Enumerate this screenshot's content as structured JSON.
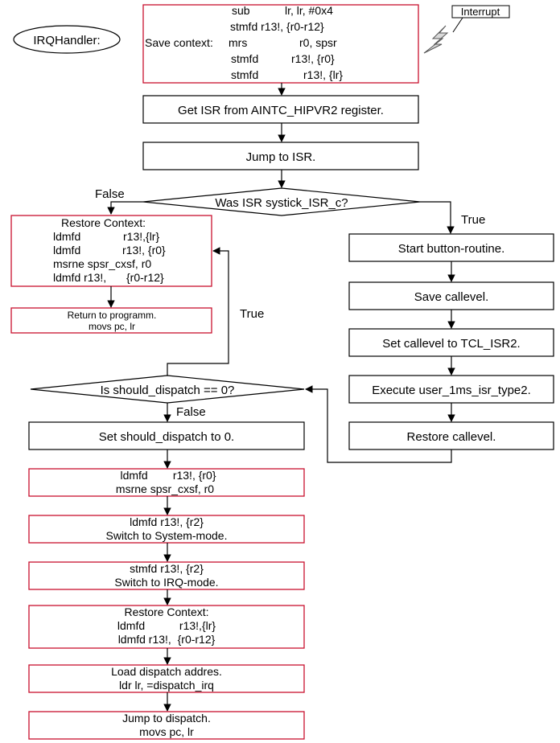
{
  "colors": {
    "red_box": "#c8102e",
    "black_box": "#000000",
    "fill": "#ffffff",
    "interrupt_fill": "#d9d9d9"
  },
  "irq_handler_label": "IRQHandler:",
  "interrupt_label": "Interrupt",
  "save_context": {
    "label": "Save context:",
    "lines": [
      [
        "sub",
        "lr, lr, #0x4"
      ],
      [
        "stmfd r13!, {r0-r12}",
        ""
      ],
      [
        "mrs",
        "r0, spsr"
      ],
      [
        "stmfd",
        "r13!, {r0}"
      ],
      [
        "stmfd",
        "r13!, {lr}"
      ]
    ]
  },
  "get_isr": "Get ISR from AINTC_HIPVR2 register.",
  "jump_isr": "Jump to ISR.",
  "decision_systick": "Was ISR systick_ISR_c?",
  "false_label_1": "False",
  "true_label_1": "True",
  "restore_context_1": {
    "title": "Restore Context:",
    "lines": [
      [
        "ldmfd",
        "r13!,{lr}"
      ],
      [
        "ldmfd",
        "r13!, {r0}"
      ],
      [
        "msrne spsr_cxsf, r0",
        ""
      ],
      [
        "ldmfd r13!,",
        "{r0-r12}"
      ]
    ]
  },
  "return_box": {
    "lines": [
      "Return to programm.",
      "movs pc, lr"
    ]
  },
  "true_label_2": "True",
  "right_steps": [
    "Start button-routine.",
    "Save callevel.",
    "Set callevel to TCL_ISR2.",
    "Execute user_1ms_isr_type2.",
    "Restore callevel."
  ],
  "decision_dispatch": "Is should_dispatch == 0?",
  "false_label_2": "False",
  "set_dispatch": "Set should_dispatch to 0.",
  "bottom_boxes": [
    [
      "ldmfd        r13!, {r0}",
      "msrne spsr_cxsf, r0"
    ],
    [
      "ldmfd r13!, {r2}",
      "Switch to System-mode."
    ],
    [
      "stmfd r13!, {r2}",
      "Switch to IRQ-mode."
    ],
    [
      "Restore Context:",
      "ldmfd           r13!,{lr}",
      "ldmfd r13!,  {r0-r12}"
    ],
    [
      "Load dispatch addres.",
      "ldr lr, =dispatch_irq"
    ],
    [
      "Jump to dispatch.",
      "movs pc, lr"
    ]
  ]
}
